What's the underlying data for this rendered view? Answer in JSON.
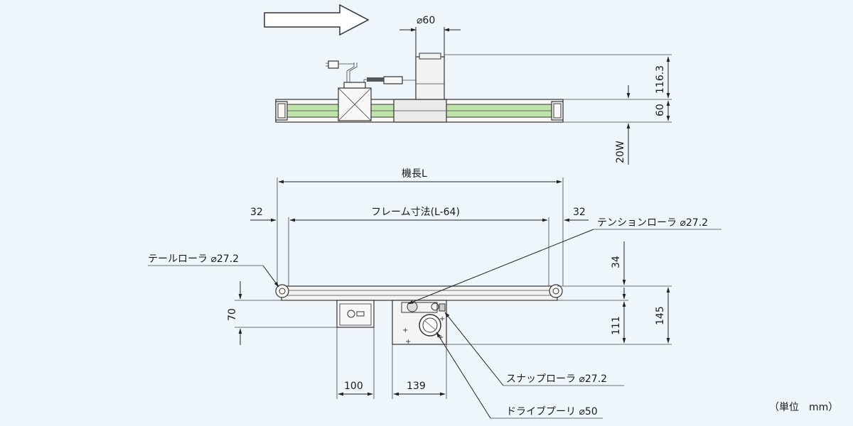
{
  "labels": {
    "diameter_60": "⌀60",
    "dim_116_3": "116.3",
    "dim_60": "60",
    "dim_20w": "20W",
    "machine_length": "機長L",
    "frame_dim": "フレーム寸法(L-64)",
    "dim_32_left": "32",
    "dim_32_right": "32",
    "tension_roller": "テンションローラ ⌀27.2",
    "tail_roller": "テールローラ ⌀27.2",
    "dim_34": "34",
    "dim_70": "70",
    "dim_111": "111",
    "dim_145": "145",
    "dim_100": "100",
    "dim_139": "139",
    "snap_roller": "スナップローラ ⌀27.2",
    "drive_pulley": "ドライブプーリ ⌀50",
    "unit": "（単位　mm）"
  },
  "colors": {
    "background": "#eef6fb",
    "belt": "#bfe3a8",
    "arrow_fill": "#ffffff"
  },
  "icons": {
    "direction_arrow": "right-arrow-icon"
  }
}
